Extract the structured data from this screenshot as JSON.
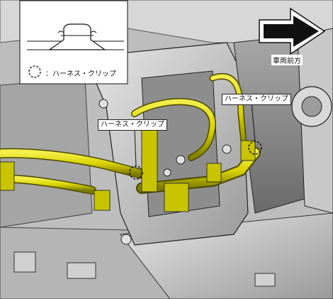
{
  "callouts": {
    "left": "ハーネス・クリップ",
    "right": "ハーネス・クリップ"
  },
  "direction": {
    "label": "車両前方",
    "arrow_icon": "right-arrow-icon"
  },
  "legend": {
    "text": "：ハーネス・クリップ",
    "symbol_icon": "dashed-circle-icon"
  },
  "colors": {
    "harness": "#d9d400",
    "metal": "#cfcfcf",
    "outline": "#1a1a1a"
  }
}
